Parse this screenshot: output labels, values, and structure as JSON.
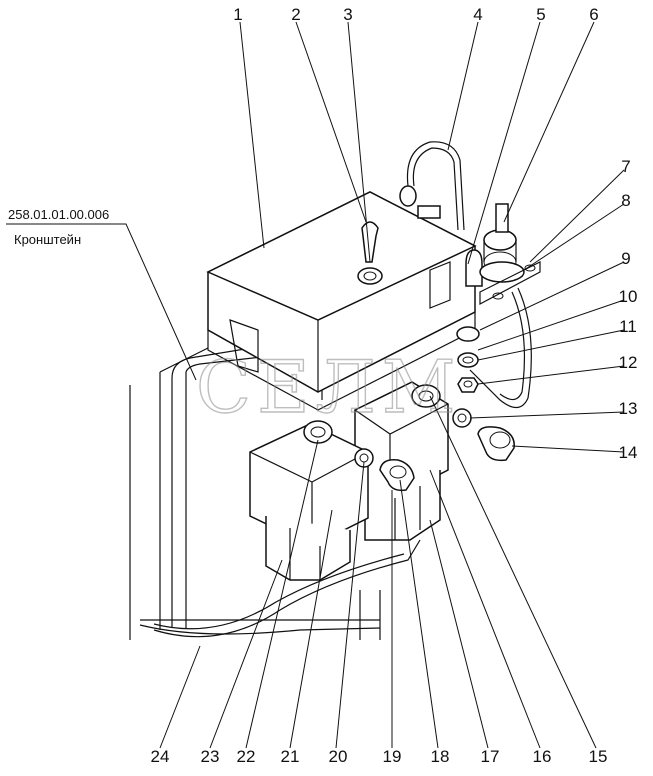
{
  "reference": {
    "code": "258.01.01.00.006",
    "name": "Кронштейн"
  },
  "watermark": "СЕЛМ",
  "callouts": [
    "1",
    "2",
    "3",
    "4",
    "5",
    "6",
    "7",
    "8",
    "9",
    "10",
    "11",
    "12",
    "13",
    "14",
    "15",
    "16",
    "17",
    "18",
    "19",
    "20",
    "21",
    "22",
    "23",
    "24"
  ]
}
